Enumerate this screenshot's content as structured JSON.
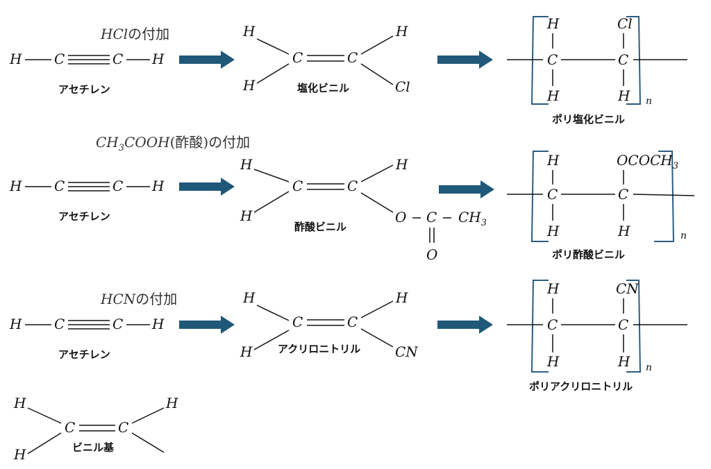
{
  "atoms": {
    "H": "H",
    "C": "C",
    "Cl": "Cl",
    "CN": "CN",
    "O": "O",
    "OCOCH": "OCOCH",
    "CH": "CH",
    "sub3": "3",
    "n": "n"
  },
  "reagents": {
    "row1": {
      "formula": "HCl",
      "suffix": "の付加"
    },
    "row2": {
      "formula_main": "CH",
      "formula_sub": "3",
      "formula_tail": "COOH",
      "note": "(酢酸)",
      "suffix": "の付加"
    },
    "row3": {
      "formula": "HCN",
      "suffix": "の付加"
    }
  },
  "labels": {
    "acetylene": "アセチレン",
    "vinyl_chloride": "塩化ビニル",
    "pvc": "ポリ塩化ビニル",
    "vinyl_acetate": "酢酸ビニル",
    "pvac": "ポリ酢酸ビニル",
    "acrylonitrile": "アクリロニトリル",
    "pan": "ポリアクリロニトリル",
    "vinyl_group": "ビニル基"
  },
  "colors": {
    "arrow": "#1f5878",
    "bracket": "#2b5c80",
    "ink": "#111111"
  }
}
